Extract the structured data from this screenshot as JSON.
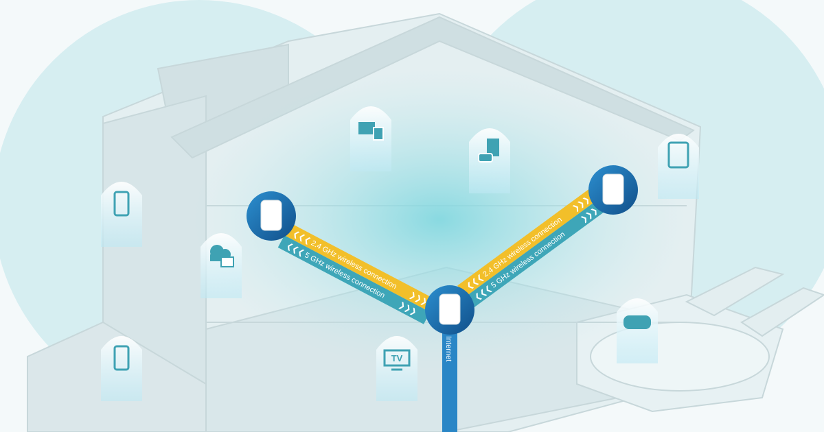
{
  "links": {
    "left_24": "2.4 GHz wireless connection",
    "left_5": "5 GHz wireless connection",
    "right_24": "2.4 GHz wireless connection",
    "right_5": "5 GHz wireless connection",
    "internet": "Internet",
    "arrows_left": "❮❮❮",
    "arrows_right": "❯❯❯"
  },
  "devices": {
    "tv_label": "TV"
  },
  "colors": {
    "band_24": "#f2bf2a",
    "band_5": "#3ea6b8",
    "node_ring": "#1d6fb0",
    "internet": "#2a86c6",
    "icon": "#3fa2b3"
  }
}
